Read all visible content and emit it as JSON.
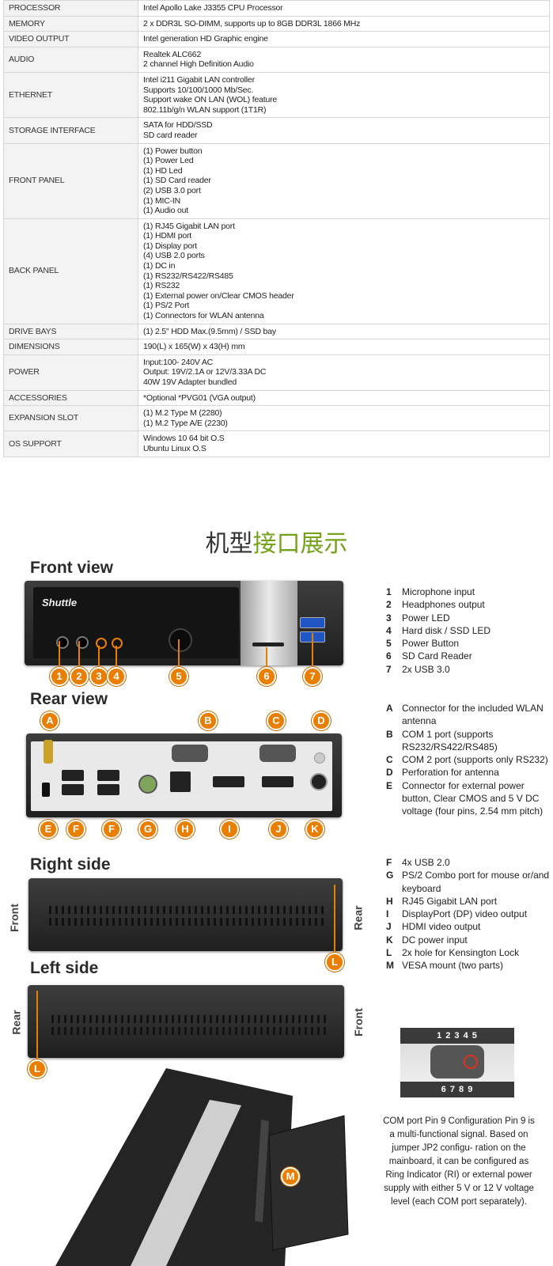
{
  "specs": [
    {
      "key": "PROCESSOR",
      "value": [
        "Intel Apollo Lake J3355 CPU Processor"
      ]
    },
    {
      "key": "MEMORY",
      "value": [
        "2 x DDR3L SO-DIMM, supports up to 8GB DDR3L 1866 MHz"
      ]
    },
    {
      "key": "VIDEO OUTPUT",
      "value": [
        "Intel generation HD Graphic engine"
      ]
    },
    {
      "key": "AUDIO",
      "value": [
        "Realtek ALC662",
        "2 channel High Definition Audio"
      ]
    },
    {
      "key": "ETHERNET",
      "value": [
        "Intel i211 Gigabit LAN controller",
        "Supports 10/100/1000 Mb/Sec.",
        "Support wake ON LAN (WOL) feature",
        "802.11b/g/n WLAN support (1T1R)"
      ]
    },
    {
      "key": "STORAGE INTERFACE",
      "value": [
        "SATA for HDD/SSD",
        "SD card reader"
      ]
    },
    {
      "key": "FRONT PANEL",
      "value": [
        "(1) Power button",
        "(1) Power Led",
        "(1) HD Led",
        "(1) SD Card reader",
        "(2) USB 3.0 port",
        "(1) MIC-IN",
        "(1) Audio out"
      ]
    },
    {
      "key": "BACK PANEL",
      "value": [
        "(1) RJ45 Gigabit LAN port",
        "(1) HDMI port",
        "(1) Display port",
        "(4) USB 2.0 ports",
        "(1) DC in",
        "(1) RS232/RS422/RS485",
        "(1) RS232",
        "(1) External power on/Clear CMOS header",
        "(1) PS/2 Port",
        "(1) Connectors for WLAN antenna"
      ]
    },
    {
      "key": "DRIVE BAYS",
      "value": [
        "(1) 2.5\" HDD Max.(9.5mm) / SSD bay"
      ]
    },
    {
      "key": "DIMENSIONS",
      "value": [
        "190(L) x 165(W) x 43(H) mm"
      ]
    },
    {
      "key": "POWER",
      "value": [
        "Input:100- 240V AC",
        "Output: 19V/2.1A or 12V/3.33A DC",
        "40W 19V Adapter bundled"
      ]
    },
    {
      "key": "ACCESSORIES",
      "value": [
        "*Optional *PVG01 (VGA output)"
      ]
    },
    {
      "key": "EXPANSION SLOT",
      "value": [
        "(1) M.2 Type M (2280)",
        "(1) M.2 Type A/E (2230)"
      ]
    },
    {
      "key": "OS SUPPORT",
      "value": [
        "Windows 10 64 bit O.S",
        "Ubuntu Linux O.S"
      ]
    }
  ],
  "heading": {
    "part1": "机型",
    "part2": "接口展示"
  },
  "views": {
    "front": "Front view",
    "rear": "Rear view",
    "right": "Right side",
    "left": "Left side",
    "brand": "Shuttle",
    "label_front": "Front",
    "label_rear": "Rear"
  },
  "front_badges": [
    "1",
    "2",
    "3",
    "4",
    "5",
    "6",
    "7"
  ],
  "rear_top_badges": [
    "A",
    "B",
    "C",
    "D"
  ],
  "rear_bottom_badges": [
    "E",
    "F",
    "F",
    "G",
    "H",
    "I",
    "J",
    "K"
  ],
  "side_badges": [
    "L",
    "L",
    "M"
  ],
  "legend_front": [
    {
      "n": "1",
      "t": "Microphone input"
    },
    {
      "n": "2",
      "t": "Headphones output"
    },
    {
      "n": "3",
      "t": "Power LED"
    },
    {
      "n": "4",
      "t": "Hard disk / SSD LED"
    },
    {
      "n": "5",
      "t": "Power Button"
    },
    {
      "n": "6",
      "t": "SD Card Reader"
    },
    {
      "n": "7",
      "t": "2x USB 3.0"
    }
  ],
  "legend_rear": [
    {
      "n": "A",
      "t": "Connector for the included WLAN antenna"
    },
    {
      "n": "B",
      "t": "COM 1 port (supports RS232/RS422/RS485)"
    },
    {
      "n": "C",
      "t": "COM 2 port (supports only RS232)"
    },
    {
      "n": "D",
      "t": "Perforation for antenna"
    },
    {
      "n": "E",
      "t": "Connector for external power button, Clear CMOS and 5 V DC voltage (four pins, 2.54 mm pitch)"
    }
  ],
  "legend_more": [
    {
      "n": "F",
      "t": "4x USB 2.0"
    },
    {
      "n": "G",
      "t": "PS/2 Combo port for mouse or/and keyboard"
    },
    {
      "n": "H",
      "t": "RJ45 Gigabit LAN port"
    },
    {
      "n": "I",
      "t": "DisplayPort (DP) video output"
    },
    {
      "n": "J",
      "t": "HDMI video output"
    },
    {
      "n": "K",
      "t": "DC power input"
    },
    {
      "n": "L",
      "t": "2x hole for Kensington Lock"
    },
    {
      "n": "M",
      "t": "VESA mount (two parts)"
    }
  ],
  "com_pins": {
    "top": "1 2 3 4 5",
    "bottom": "6 7 8 9"
  },
  "pin_caption": "COM port Pin 9 Configuration Pin 9 is a multi-functional signal. Based on jumper JP2 configu- ration on the mainboard, it can be configured as Ring Indicator (RI) or external power supply with either 5 V or 12 V voltage level (each COM port separately).",
  "colors": {
    "accent": "#74a31a",
    "badge": "#e97e00"
  }
}
